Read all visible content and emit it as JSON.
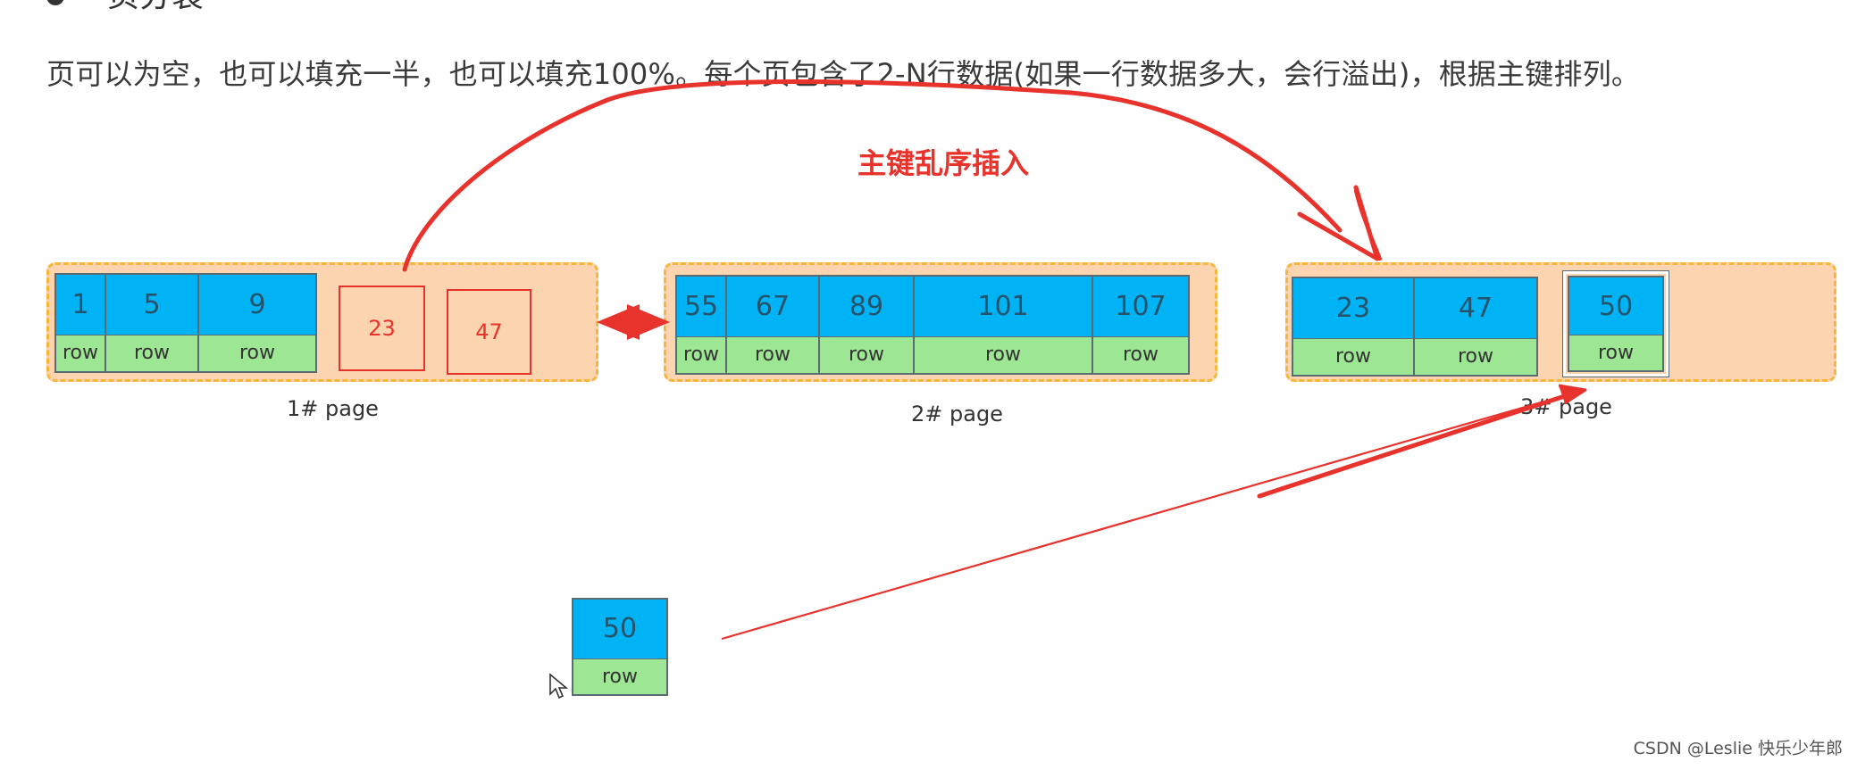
{
  "heading": "页分裂",
  "paragraph": "页可以为空，也可以填充一半，也可以填充100%。每个页包含了2-N行数据(如果一行数据多大，会行溢出)，根据主键排列。",
  "annotation": "主键乱序插入",
  "row_label": "row",
  "pages": [
    {
      "label": "1#  page",
      "keys": [
        "1",
        "5",
        "9"
      ],
      "ghost_keys": [
        "23",
        "47"
      ]
    },
    {
      "label": "2#  page",
      "keys": [
        "55",
        "67",
        "89",
        "101",
        "107"
      ]
    },
    {
      "label": "3#  page",
      "keys": [
        "23",
        "47"
      ],
      "new_key": "50"
    }
  ],
  "floating_record": {
    "key": "50"
  },
  "watermark": "CSDN @Leslie 快乐少年郎",
  "colors": {
    "key_cell": "#00b3f5",
    "row_cell": "#9de693",
    "page_bg": "#fcd5b0",
    "page_border": "#f5b73a",
    "annotation": "#e8322c"
  }
}
